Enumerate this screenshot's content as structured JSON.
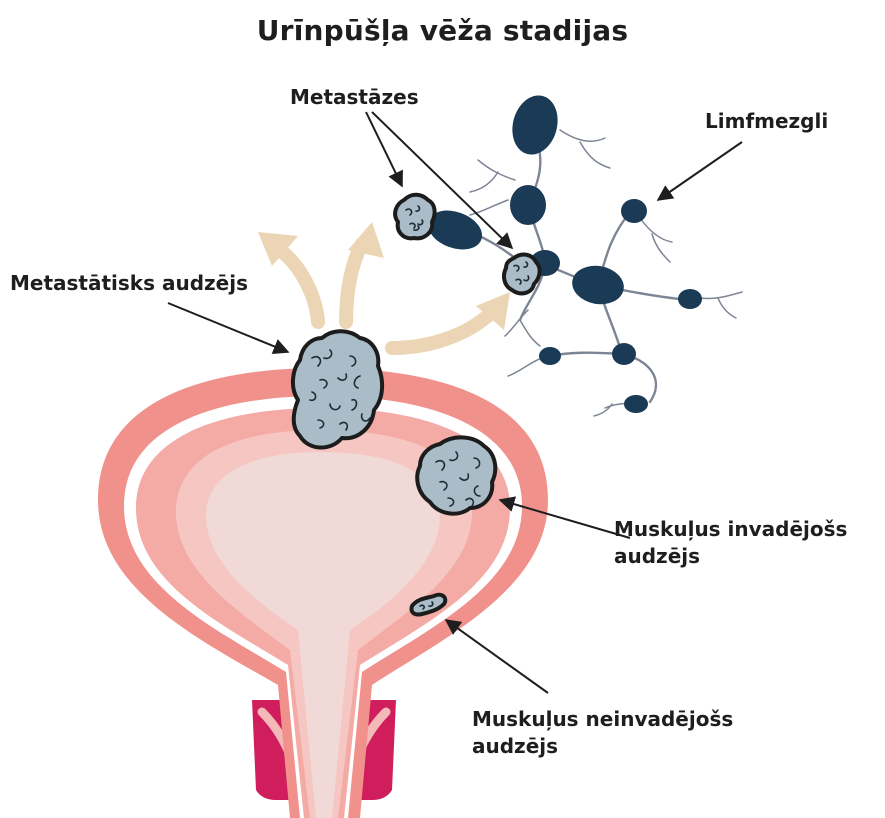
{
  "title": "Urīnpūšļa vēža stadijas",
  "labels": {
    "metastases": "Metastāzes",
    "lymph_nodes": "Limfmezgli",
    "metastatic_tumor": "Metastātisks audzējs",
    "muscle_invasive_line1": "Muskuļus invadējošs",
    "muscle_invasive_line2": "audzējs",
    "non_muscle_invasive_line1": "Muskuļus neinvadējošs",
    "non_muscle_invasive_line2": "audzējs"
  },
  "colors": {
    "bladder_outer": "#f0918c",
    "bladder_gap": "#ffffff",
    "bladder_wall": "#f4aaa5",
    "bladder_inner": "#f6c7c2",
    "bladder_lumen": "#f0d9d6",
    "urethra_base": "#d01e5c",
    "lymph_node": "#1b3a55",
    "lymph_vessel": "#7d8595",
    "tumor": "#a9bcc7",
    "spread_arrow": "#ecd5b4",
    "label_text": "#1e1e1e"
  }
}
